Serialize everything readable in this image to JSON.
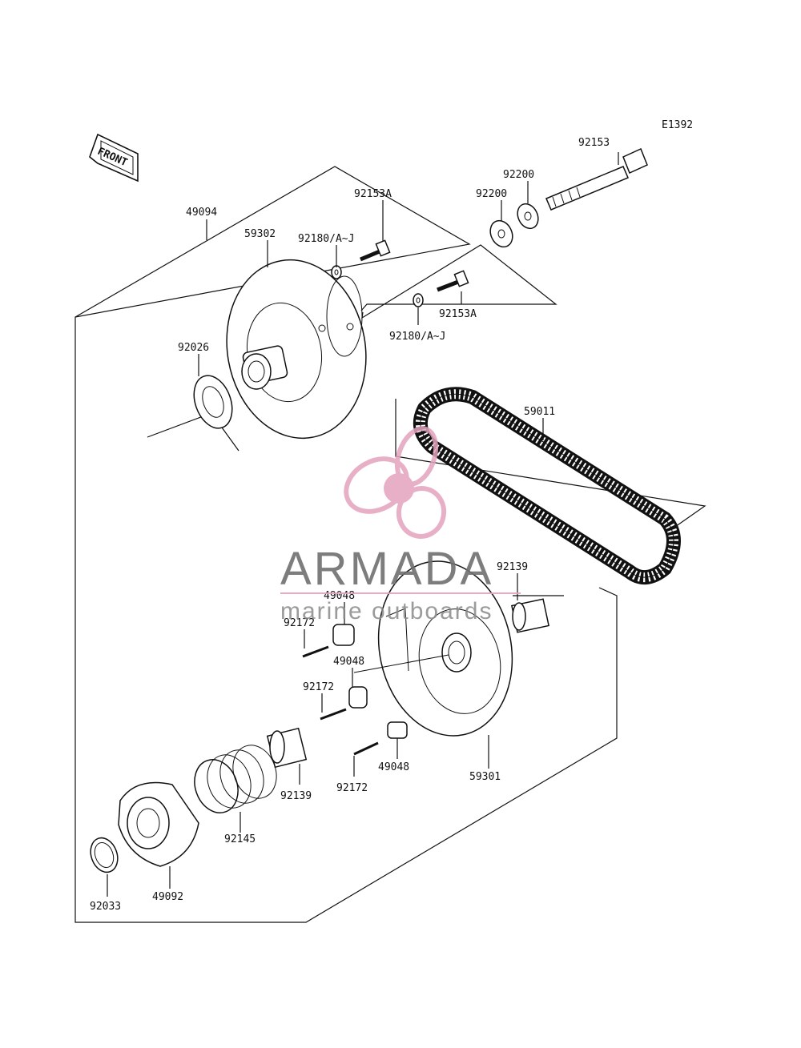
{
  "diagram_id": "E1392",
  "front_arrow": {
    "text": "FRONT",
    "icon": "front-arrow-icon"
  },
  "watermark": {
    "brand": "ARMADA",
    "tagline": "marine outboards",
    "icon": "propeller-logo-icon",
    "color_brand": "#6f6f6f",
    "color_accent": "#e3a3bd"
  },
  "parts": {
    "p49094": "49094",
    "p59302": "59302",
    "p92180_top": "92180/A~J",
    "p92153A_top": "92153A",
    "p92200_a": "92200",
    "p92200_b": "92200",
    "p92153": "92153",
    "p92153A_mid": "92153A",
    "p92180_mid": "92180/A~J",
    "p92026": "92026",
    "p59011": "59011",
    "p92139_right": "92139",
    "p49048_a": "49048",
    "p92172_a": "92172",
    "p49048_b": "49048",
    "p92172_b": "92172",
    "p49048_c": "49048",
    "p92172_c": "92172",
    "p59301": "59301",
    "p92139_left": "92139",
    "p92145": "92145",
    "p92033": "92033",
    "p49092": "49092"
  }
}
